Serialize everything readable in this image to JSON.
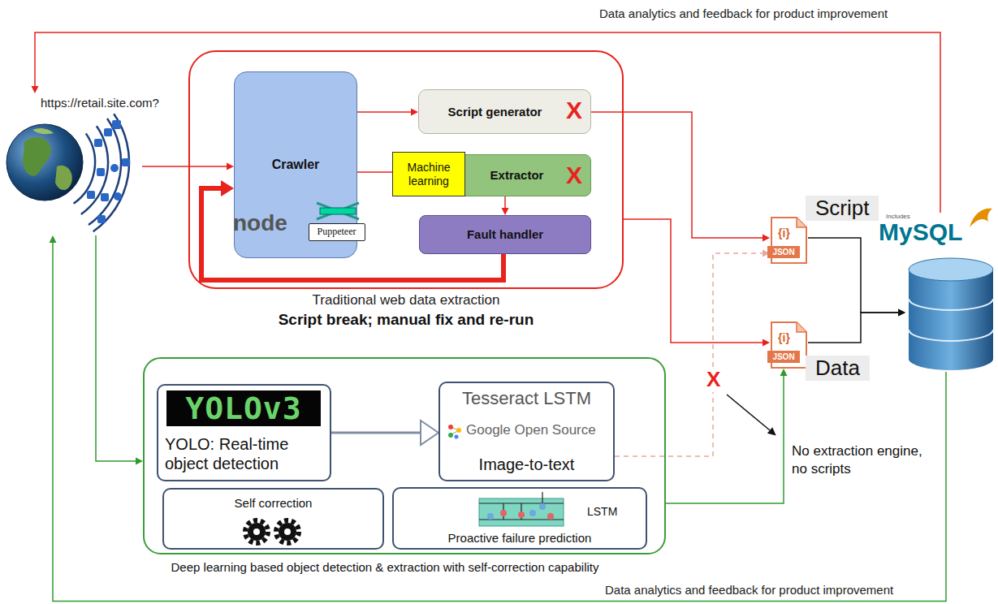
{
  "diagram": {
    "nodes": [
      {
        "text": [
          "https://retail.site.com?"
        ]
      },
      {
        "text": [
          "Traditional web data extraction",
          "Script break; manual fix and re-run"
        ]
      },
      {
        "text": [
          "Crawler"
        ],
        "in": 1
      },
      {
        "text": [
          "Puppeteer"
        ],
        "in": 2
      },
      {
        "text": [
          "Script generator"
        ],
        "in": 1
      },
      {
        "text": [
          "Machine learning"
        ],
        "in": 1
      },
      {
        "text": [
          "Extractor"
        ],
        "in": 1
      },
      {
        "text": [
          "Fault handler"
        ],
        "in": 1
      },
      {
        "text": [
          "{i}",
          "JSON",
          "Script"
        ]
      },
      {
        "text": [
          "{i}",
          "JSON",
          "Data"
        ]
      },
      {
        "text": [
          "Includes",
          "MySQL"
        ]
      },
      {
        "text": [
          "Deep learning based object detection & extraction with self-correction capability"
        ]
      },
      {
        "text": [
          "YOLOv3",
          "YOLO: Real-time object detection"
        ],
        "in": 11
      },
      {
        "text": [
          "Tesseract LSTM",
          "Google Open Source",
          "Image-to-text"
        ],
        "in": 11
      },
      {
        "text": [
          "Self correction"
        ],
        "in": 11
      },
      {
        "text": [
          "LSTM",
          "Proactive failure prediction"
        ],
        "in": 11
      }
    ],
    "edges": [
      {
        "from": 0,
        "to": 2,
        "arrow": "to"
      },
      {
        "from": 2,
        "to": 4,
        "arrow": "to"
      },
      {
        "from": 2,
        "to": 5,
        "arrow": "none"
      },
      {
        "from": 6,
        "to": 7,
        "arrow": "to"
      },
      {
        "from": 7,
        "to": 2,
        "arrow": "to"
      },
      {
        "from": 4,
        "to": 8,
        "arrow": "to"
      },
      {
        "from": 1,
        "to": 9,
        "arrow": "to"
      },
      {
        "from": 8,
        "to": 10,
        "arrow": "to"
      },
      {
        "from": 9,
        "to": 10,
        "arrow": "to"
      },
      {
        "from": 10,
        "to": 0,
        "arrow": "to",
        "label": "Data analytics and feedback for product improvement"
      },
      {
        "from": 10,
        "to": 0,
        "arrow": "to",
        "label": "Data analytics and feedback for product improvement"
      },
      {
        "from": 0,
        "to": 11,
        "arrow": "to"
      },
      {
        "from": 12,
        "to": 13,
        "arrow": "to"
      },
      {
        "from": 13,
        "to": 8,
        "arrow": "to"
      },
      {
        "from": 11,
        "to": 9,
        "arrow": "to"
      }
    ],
    "labels": [
      "X",
      "X",
      "node",
      "X",
      "No extraction engine, no scripts"
    ]
  }
}
